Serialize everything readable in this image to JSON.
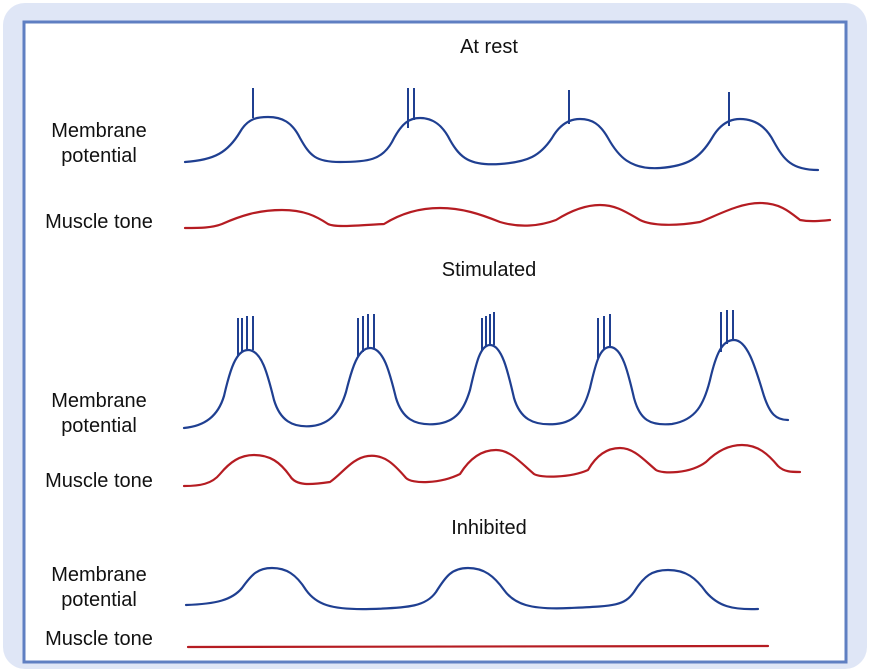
{
  "colors": {
    "membrane": "#1f3f91",
    "tone": "#b51c22",
    "frame_outer": "#c9d4ee",
    "frame_inner": "#5f7fc2"
  },
  "sections": [
    {
      "title": "At rest",
      "membrane_label": [
        "Membrane",
        "potential"
      ],
      "tone_label": "Muscle tone",
      "spikes_per_burst": [
        1,
        2,
        1,
        1
      ]
    },
    {
      "title": "Stimulated",
      "membrane_label": [
        "Membrane",
        "potential"
      ],
      "tone_label": "Muscle tone",
      "spikes_per_burst": [
        4,
        4,
        4,
        3,
        3
      ]
    },
    {
      "title": "Inhibited",
      "membrane_label": [
        "Membrane",
        "potential"
      ],
      "tone_label": "Muscle tone",
      "spikes_per_burst": [
        0,
        0,
        0
      ]
    }
  ]
}
